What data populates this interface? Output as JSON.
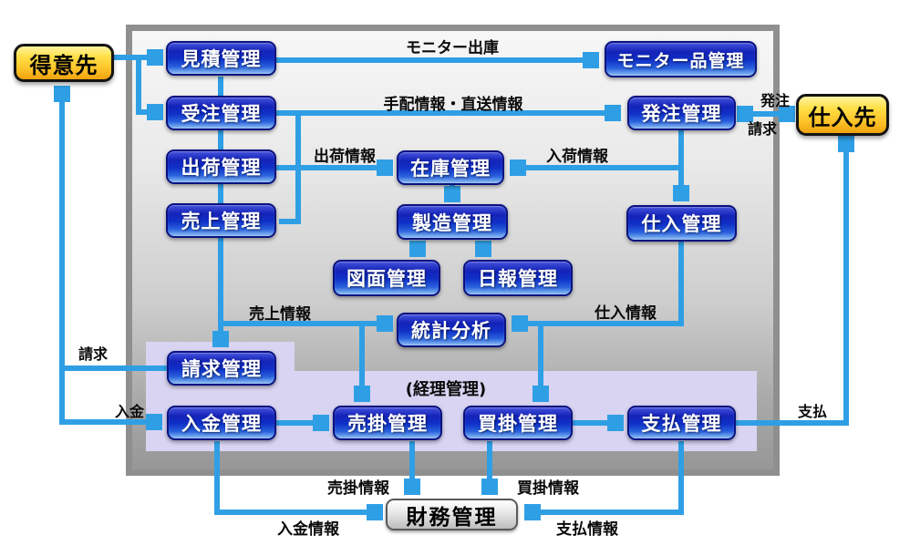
{
  "diagram": {
    "external": {
      "customer": "得意先",
      "supplier": "仕入先"
    },
    "modules": {
      "quote": "見積管理",
      "order": "受注管理",
      "shipping": "出荷管理",
      "sales": "売上管理",
      "monitor_goods": "モニター品管理",
      "purchase_order": "発注管理",
      "inventory": "在庫管理",
      "manufacturing": "製造管理",
      "drawing": "図面管理",
      "daily_report": "日報管理",
      "purchasing": "仕入管理",
      "statistics": "統計分析",
      "billing": "請求管理",
      "deposit": "入金管理",
      "receivable": "売掛管理",
      "payable": "買掛管理",
      "payment": "支払管理",
      "financial": "財務管理"
    },
    "area_label": "(経理管理)",
    "edge_labels": {
      "monitor_out": "モニター出庫",
      "arrange_direct": "手配情報・直送情報",
      "ship_info": "出荷情報",
      "receive_info": "入荷情報",
      "po_to_supplier": "発注",
      "invoice_from_supplier": "請求",
      "sales_info": "売上情報",
      "purchase_info": "仕入情報",
      "invoice_to_customer": "請求",
      "deposit_from_customer": "入金",
      "pay_to_supplier": "支払",
      "receivable_info": "売掛情報",
      "payable_info": "買掛情報",
      "deposit_info": "入金情報",
      "payment_info": "支払情報"
    },
    "colors": {
      "arrow_blue": "#2f9fe5",
      "module_blue": "#0f2fc6",
      "external_yellow": "#ffd23a",
      "accounting_area_purple": "#d8d4f1",
      "panel_gray": "#8f8f8f"
    }
  }
}
